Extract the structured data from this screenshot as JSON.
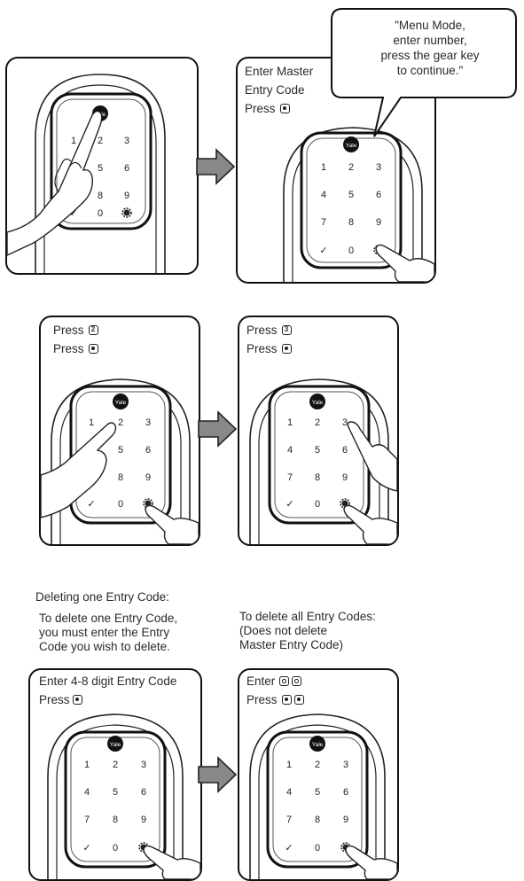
{
  "keypad": {
    "brand": "Yale",
    "keys": [
      "1",
      "2",
      "3",
      "4",
      "5",
      "6",
      "7",
      "8",
      "9",
      "✓",
      "0"
    ]
  },
  "bubble": {
    "lines": [
      "\"Menu Mode,",
      "enter number,",
      "press the gear key",
      "to continue.\""
    ]
  },
  "step2": {
    "line1": "Enter Master",
    "line2": "Entry Code",
    "press": "Press"
  },
  "step3": {
    "press1": "Press",
    "key1": "2",
    "press2": "Press"
  },
  "step4": {
    "press1": "Press",
    "key1": "3",
    "press2": "Press"
  },
  "delete_one": {
    "title": "Deleting one Entry Code:",
    "desc": [
      "To delete one Entry Code,",
      "you must enter the Entry",
      "Code you wish to delete."
    ],
    "line1": "Enter 4-8 digit Entry Code",
    "press": "Press"
  },
  "delete_all": {
    "desc": [
      "To delete all Entry Codes:",
      "(Does not delete",
      "Master Entry Code)"
    ],
    "enter": "Enter",
    "press": "Press"
  },
  "icons": [
    "gear-key-icon",
    "zero-key-icon",
    "right-arrow-icon",
    "hand-icon",
    "checkmark-icon",
    "yale-logo-icon"
  ]
}
